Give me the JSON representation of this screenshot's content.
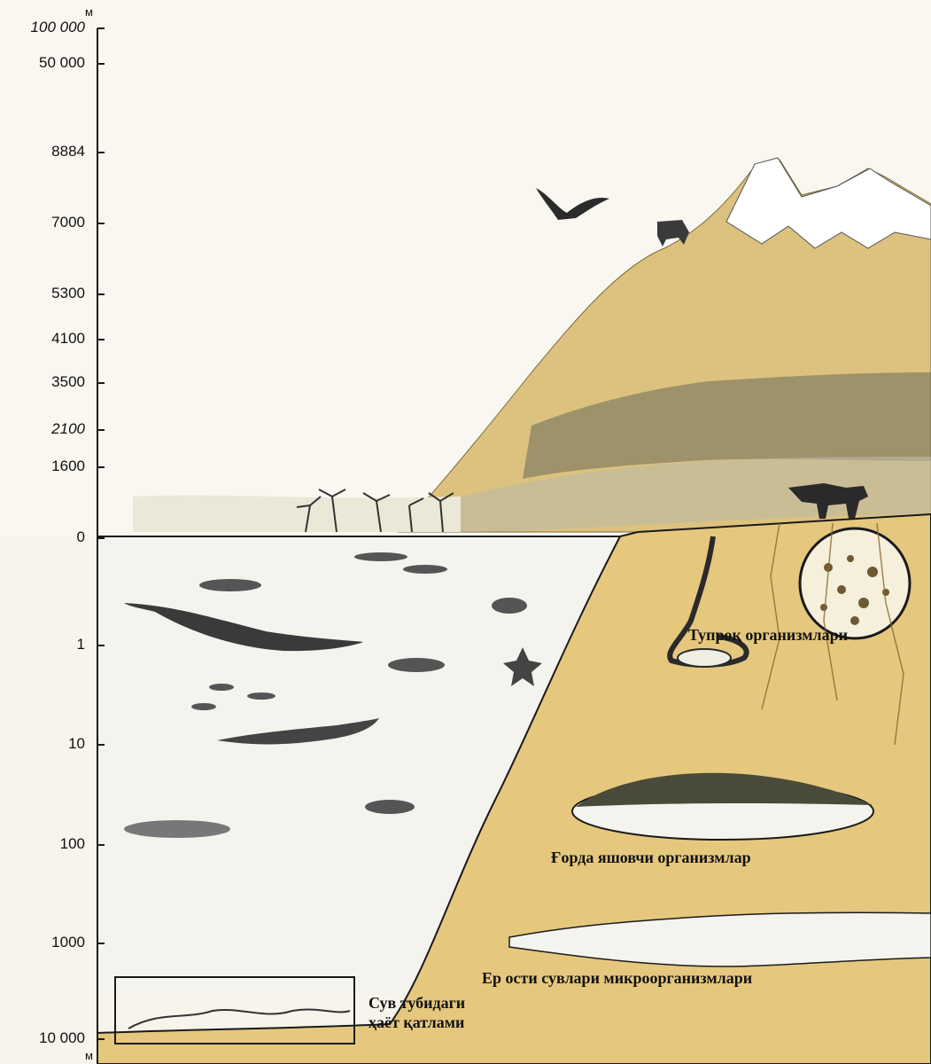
{
  "axis": {
    "unit_top": "м",
    "unit_bottom": "м",
    "ticks": [
      {
        "label": "100 000",
        "italic": true
      },
      {
        "label": "50 000",
        "italic": false
      },
      {
        "label": "8884",
        "italic": false
      },
      {
        "label": "7000",
        "italic": false
      },
      {
        "label": "5300",
        "italic": false
      },
      {
        "label": "4100",
        "italic": false
      },
      {
        "label": "3500",
        "italic": false
      },
      {
        "label": "2100",
        "italic": true
      },
      {
        "label": "1600",
        "italic": false
      },
      {
        "label": "0",
        "italic": false
      },
      {
        "label": "1",
        "italic": false
      },
      {
        "label": "10",
        "italic": false
      },
      {
        "label": "100",
        "italic": false
      },
      {
        "label": "1000",
        "italic": false
      },
      {
        "label": "10 000",
        "italic": false
      }
    ]
  },
  "labels": {
    "soil": "Тупроқ организмлари",
    "cave": "Ғорда яшовчи организмлар",
    "groundwater": "Ер ости сувлари микроорганизмлари",
    "bottom_line1": "Сув тубидаги",
    "bottom_line2": "ҳаёт қатлами"
  },
  "colors": {
    "background": "#f7f4ec",
    "ground": "#e6c77e",
    "mountain": "#dcc27e",
    "snow": "#ffffff",
    "water": "#f4f3ee",
    "outline": "#1a1a1a"
  }
}
